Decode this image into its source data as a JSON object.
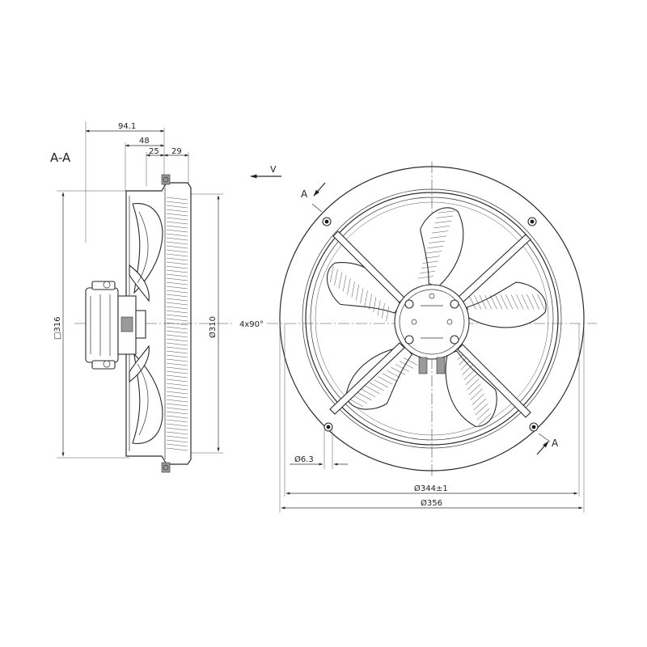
{
  "section_view": {
    "section_label": "A-A",
    "dim_overall_depth": "94.1",
    "dim_depth_48": "48",
    "dim_depth_25": "25",
    "dim_depth_29": "29",
    "dim_square": "□316",
    "dim_diameter": "Ø310"
  },
  "front_view": {
    "airflow_label": "V",
    "section_mark_top": "A",
    "section_mark_bottom": "A",
    "hole_pattern": "4x90°",
    "dim_hole": "Ø6.3",
    "dim_bolt_circle": "Ø344±1",
    "dim_outer": "Ø356"
  }
}
